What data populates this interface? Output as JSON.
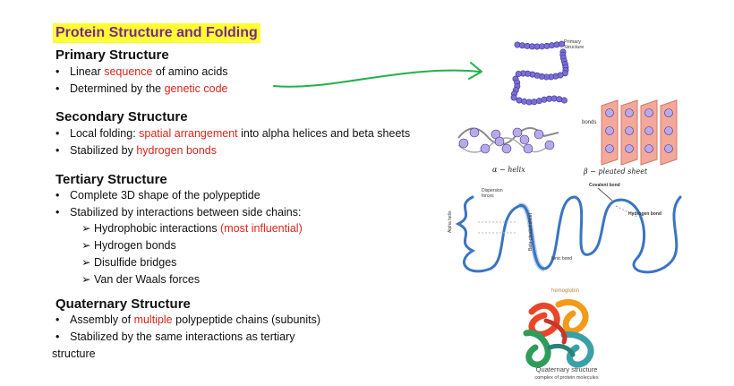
{
  "title": "Protein Structure and Folding",
  "primary": {
    "heading": "Primary Structure",
    "b1_pre": "Linear ",
    "b1_red": "sequence",
    "b1_post": " of amino acids",
    "b2_pre": "Determined by the ",
    "b2_red": "genetic code"
  },
  "secondary": {
    "heading": "Secondary Structure",
    "b1_pre": "Local folding: ",
    "b1_red": "spatial arrangement",
    "b1_post": " into alpha helices and beta sheets",
    "b2_pre": "Stabilized by ",
    "b2_red": "hydrogen bonds"
  },
  "tertiary": {
    "heading": "Tertiary Structure",
    "b1": "Complete 3D shape of the polypeptide",
    "b2": "Stabilized by interactions between side chains:",
    "s1_pre": "Hydrophobic interactions ",
    "s1_red": "(most influential)",
    "s2": "Hydrogen bonds",
    "s3": "Disulfide bridges",
    "s4": "Van der Waals forces"
  },
  "quaternary": {
    "heading": "Quaternary Structure",
    "b1_pre": "Assembly of ",
    "b1_red": "multiple",
    "b1_post": " polypeptide chains (subunits)",
    "b2_line1": "Stabilized by the same interactions as tertiary",
    "b2_line2": "structure"
  },
  "figures": {
    "primary_label_1": "Primary",
    "primary_label_2": "Structure",
    "alpha_caption": "α − helix",
    "beta_caption": "β − pleated sheet",
    "beta_bonds_label": "bonds",
    "tert_covalent": "Covalent bond",
    "tert_hydrogen": "Hydrogen bond",
    "tert_ionic": "Ionic bond",
    "tert_dispersion_1": "Dispersion",
    "tert_dispersion_2": "forces",
    "tert_alpha": "Alpha helix",
    "tert_beta": "Beta-pleated sheet",
    "quat_hemoglobin": "hemoglobin",
    "quat_caption_1": "Quaternary structure",
    "quat_caption_2": "complex of protein molecules"
  },
  "colors": {
    "title_highlight": "#ffff33",
    "title_text": "#7a2a8a",
    "emphasis": "#d9261c",
    "arrow": "#22b14c",
    "bead": "#7b6fd6",
    "sheet": "#f4a89a"
  },
  "bullet_char": "•",
  "arrow_bullet_char": "➢"
}
